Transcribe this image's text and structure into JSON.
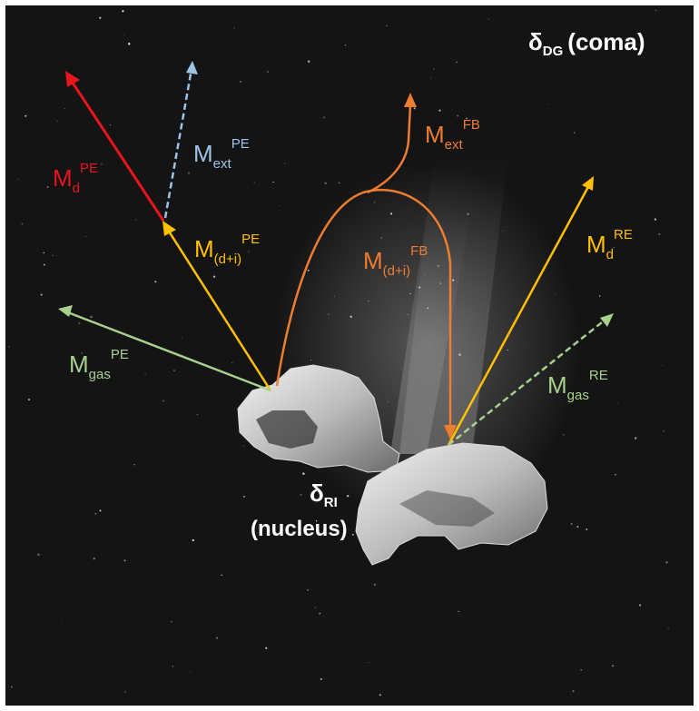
{
  "figure": {
    "regions": {
      "coma": {
        "symbol": "δ",
        "sub": "DG",
        "text": "(coma)"
      },
      "nucleus": {
        "symbol": "δ",
        "sub": "RI",
        "text": "(nucleus)"
      }
    },
    "labels": {
      "md_pe": {
        "base": "M",
        "sub": "d",
        "sup": "PE"
      },
      "mext_pe": {
        "base": "M",
        "sub": "ext",
        "sup": "PE"
      },
      "mdi_pe": {
        "base": "M",
        "sub": "(d+i)",
        "sup": "PE"
      },
      "mgas_pe": {
        "base": "M",
        "sub": "gas",
        "sup": "PE"
      },
      "mext_fb": {
        "base": "M",
        "sub": "ext",
        "sup": "FB"
      },
      "mdi_fb": {
        "base": "M",
        "sub": "(d+i)",
        "sup": "FB"
      },
      "md_re": {
        "base": "M",
        "sub": "d",
        "sup": "RE"
      },
      "mgas_re": {
        "base": "M",
        "sub": "gas",
        "sup": "RE"
      }
    },
    "colors": {
      "background": "#141414",
      "red": "#e8141e",
      "light_blue": "#9dc3e6",
      "yellow": "#ffc000",
      "green": "#a9d18e",
      "orange": "#ed7d31",
      "white": "#ffffff"
    }
  }
}
